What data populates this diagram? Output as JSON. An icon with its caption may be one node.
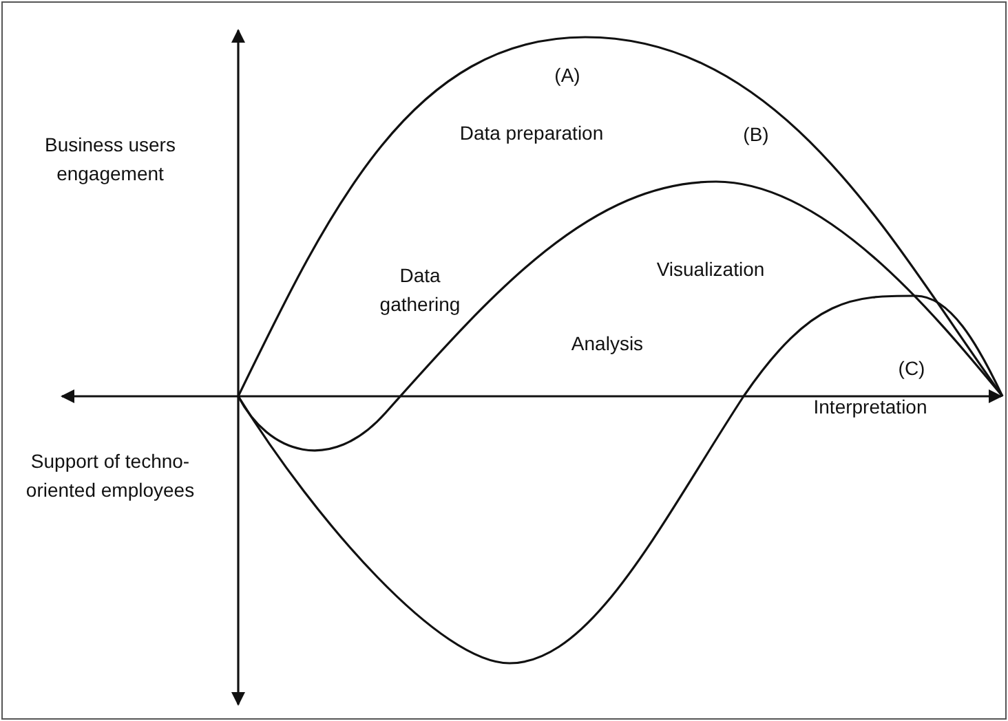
{
  "diagram": {
    "labels": [
      "(A)",
      "Data preparation",
      "(B)",
      "Visualization",
      "Business users engagement",
      "Data gathering",
      "Analysis",
      "(C)",
      "Interpretation",
      "Support of techno-oriented employees"
    ]
  }
}
